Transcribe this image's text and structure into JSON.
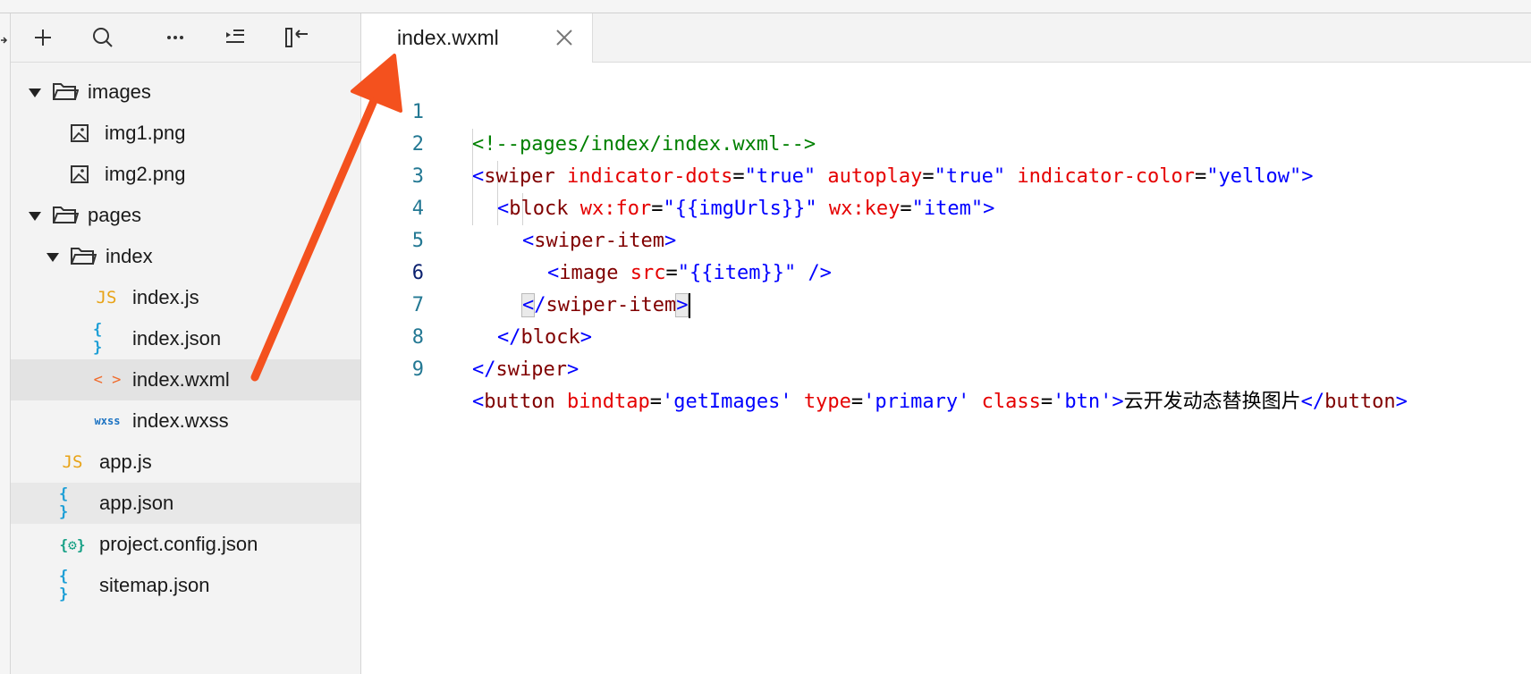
{
  "sidebar": {
    "toolbar": {
      "icons": [
        "add-icon",
        "search-icon",
        "more-icon",
        "outdent-icon",
        "collapse-sidebar-icon"
      ]
    },
    "tree": [
      {
        "label": "images",
        "kind": "folder",
        "expanded": true
      },
      {
        "label": "img1.png",
        "kind": "image"
      },
      {
        "label": "img2.png",
        "kind": "image"
      },
      {
        "label": "pages",
        "kind": "folder",
        "expanded": true
      },
      {
        "label": "index",
        "kind": "folder",
        "expanded": true
      },
      {
        "label": "index.js",
        "kind": "js",
        "icon_text": "JS"
      },
      {
        "label": "index.json",
        "kind": "json",
        "icon_text": "{ }"
      },
      {
        "label": "index.wxml",
        "kind": "wxml",
        "icon_text": "< >",
        "selected": true
      },
      {
        "label": "index.wxss",
        "kind": "wxss",
        "icon_text": "wxss"
      },
      {
        "label": "app.js",
        "kind": "js",
        "icon_text": "JS"
      },
      {
        "label": "app.json",
        "kind": "json",
        "icon_text": "{ }",
        "hover": true
      },
      {
        "label": "project.config.json",
        "kind": "config",
        "icon_text": "{⚙}"
      },
      {
        "label": "sitemap.json",
        "kind": "json",
        "icon_text": "{ }"
      }
    ]
  },
  "editor": {
    "tab": {
      "label": "index.wxml"
    },
    "active_line": 6,
    "lines": [
      {
        "n": "1"
      },
      {
        "n": "2"
      },
      {
        "n": "3"
      },
      {
        "n": "4"
      },
      {
        "n": "5"
      },
      {
        "n": "6"
      },
      {
        "n": "7"
      },
      {
        "n": "8"
      },
      {
        "n": "9"
      }
    ],
    "code": {
      "l1_comment": "<!--pages/index/index.wxml-->",
      "l2_tag": "swiper",
      "l2_a1": "indicator-dots",
      "l2_v1": "\"true\"",
      "l2_a2": "autoplay",
      "l2_v2": "\"true\"",
      "l2_a3": "indicator-color",
      "l2_v3": "\"yellow\"",
      "l3_tag": "block",
      "l3_a1": "wx:for",
      "l3_v1": "\"{{imgUrls}}\"",
      "l3_a2": "wx:key",
      "l3_v2": "\"item\"",
      "l4_tag": "swiper-item",
      "l5_tag": "image",
      "l5_a1": "src",
      "l5_v1": "\"{{item}}\"",
      "l6_tag": "swiper-item",
      "l7_tag": "block",
      "l8_tag": "swiper",
      "l9_tag": "button",
      "l9_a1": "bindtap",
      "l9_v1": "'getImages'",
      "l9_a2": "type",
      "l9_v2": "'primary'",
      "l9_a3": "class",
      "l9_v3": "'btn'",
      "l9_text": "云开发动态替换图片",
      "l9_close": "button"
    }
  },
  "colors": {
    "tag": "#800000",
    "bracket": "#0000ff",
    "attribute": "#e50000",
    "value": "#0000ff",
    "comment": "#008000",
    "line_number": "#237893",
    "annotation_arrow": "#f4511e"
  }
}
